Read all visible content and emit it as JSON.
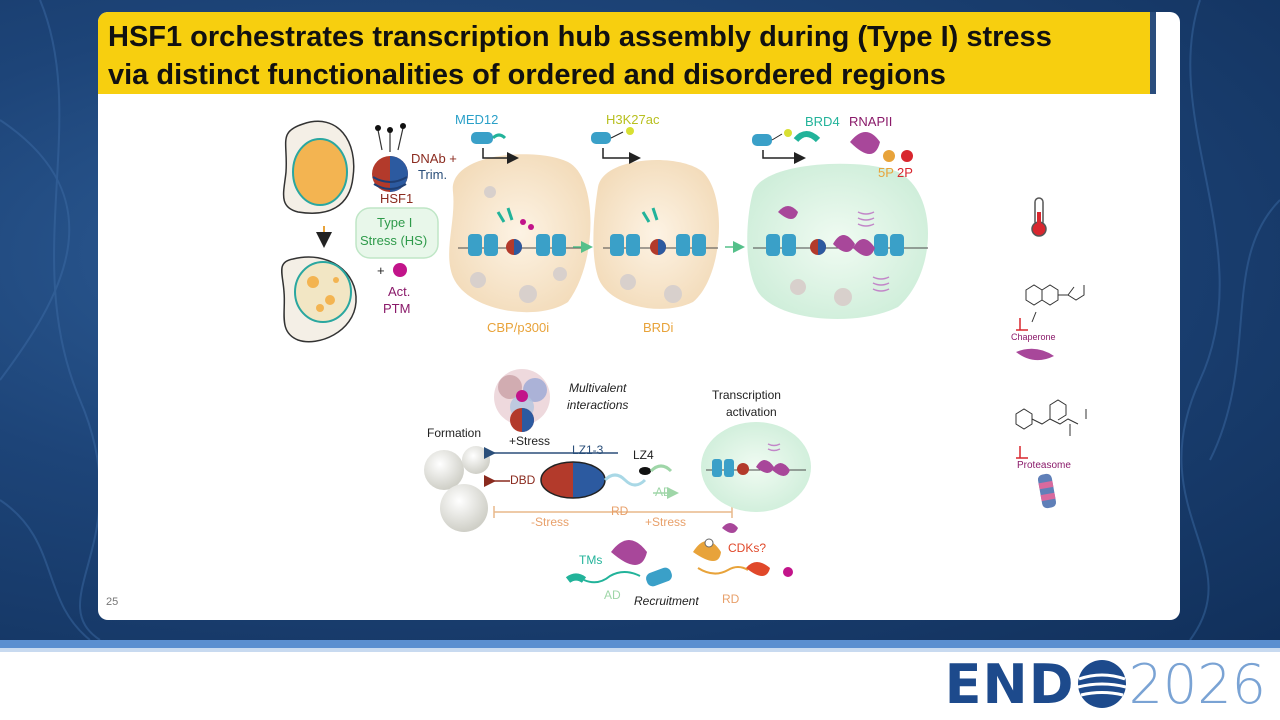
{
  "slide": {
    "title_line1": "HSF1 orchestrates transcription hub assembly during (Type I) stress",
    "title_line2": "via distinct functionalities of ordered and disordered regions",
    "page_number": "25"
  },
  "top_panel": {
    "dnab": "DNAb +",
    "trim": "Trim.",
    "hsf1": "HSF1",
    "stress_line1": "Type I",
    "stress_line2": "Stress (HS)",
    "plus": "+",
    "act": "Act.",
    "ptm": "PTM",
    "med12": "MED12",
    "h3k27ac": "H3K27ac",
    "brd4": "BRD4",
    "rnapii": "RNAPII",
    "p5": "5P",
    "p2": "2P",
    "cbp_inhibitor": "CBP/p300i",
    "brd_inhibitor": "BRDi"
  },
  "bottom_panel": {
    "multivalent_line1": "Multivalent",
    "multivalent_line2": "interactions",
    "transcription_line1": "Transcription",
    "transcription_line2": "activation",
    "formation": "Formation",
    "plus_stress_top": "+Stress",
    "lz13": "LZ1-3",
    "lz4": "LZ4",
    "dbd": "DBD",
    "ad_arrow": "AD",
    "minus_stress": "-Stress",
    "rd_mid": "RD",
    "plus_stress_bottom": "+Stress",
    "tms": "TMs",
    "cdks": "CDKs?",
    "ad_bottom": "AD",
    "recruitment": "Recruitment",
    "rd_bottom": "RD"
  },
  "right_panel": {
    "chaperone": "Chaperone",
    "proteasome": "Proteasome"
  },
  "footer": {
    "logo_main": "END",
    "logo_year": "2026"
  },
  "colors": {
    "title_band": "#f7cf0f",
    "background": "#1d4478",
    "logo_blue": "#1d4a8c",
    "magenta": "#c2148a",
    "teal": "#22b39a",
    "orange": "#e8a33a"
  }
}
